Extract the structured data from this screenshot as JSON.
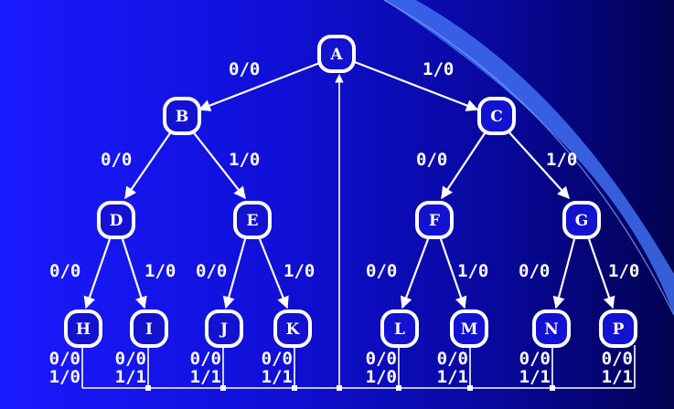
{
  "colors": {
    "line": "#ffffff",
    "node_fill": "#1212d0",
    "accent_band": "#3f6ef0"
  },
  "nodes": {
    "A": "A",
    "B": "B",
    "C": "C",
    "D": "D",
    "E": "E",
    "F": "F",
    "G": "G",
    "H": "H",
    "I": "I",
    "J": "J",
    "K": "K",
    "L": "L",
    "M": "M",
    "N": "N",
    "P": "P"
  },
  "edges": {
    "A_B": "0/0",
    "A_C": "1/0",
    "B_D": "0/0",
    "B_E": "1/0",
    "C_F": "0/0",
    "C_G": "1/0",
    "D_H": "0/0",
    "D_I": "1/0",
    "E_J": "0/0",
    "E_K": "1/0",
    "F_L": "0/0",
    "F_M": "1/0",
    "G_N": "0/0",
    "G_P": "1/0"
  },
  "leaf_returns": {
    "H": [
      "0/0",
      "1/0"
    ],
    "I": [
      "0/0",
      "1/1"
    ],
    "J": [
      "0/0",
      "1/1"
    ],
    "K": [
      "0/0",
      "1/1"
    ],
    "L": [
      "0/0",
      "1/0"
    ],
    "M": [
      "0/0",
      "1/1"
    ],
    "N": [
      "0/0",
      "1/1"
    ],
    "P": [
      "0/0",
      "1/1"
    ]
  }
}
